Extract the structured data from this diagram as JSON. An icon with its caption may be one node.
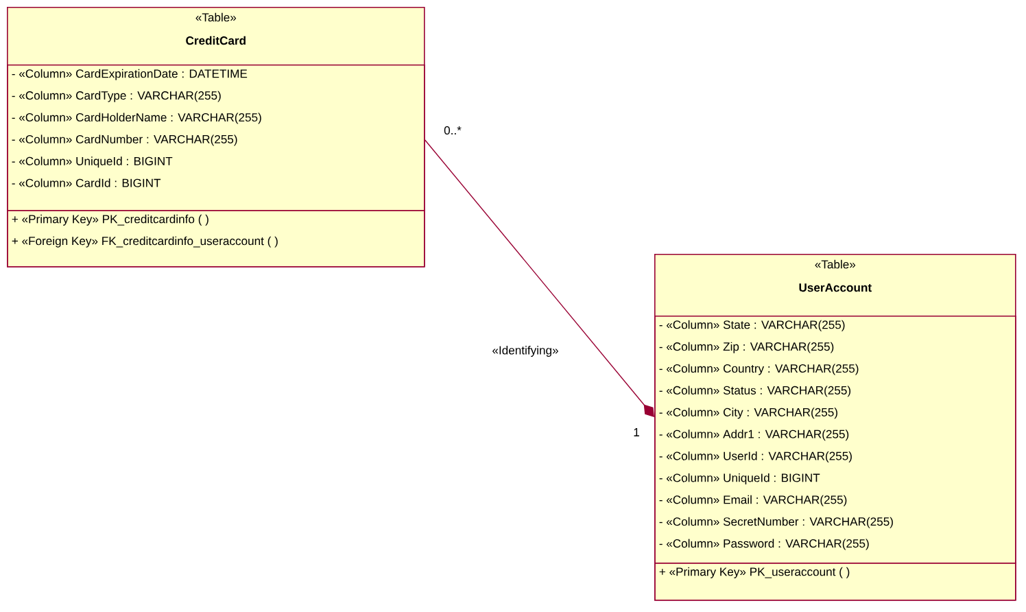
{
  "diagram": {
    "nodes": [
      {
        "text": [
          "«Table»",
          "CreditCard"
        ]
      },
      {
        "text": [
          "- «Column» CardExpirationDate : DATETIME",
          "- «Column» CardType : VARCHAR(255)",
          "- «Column» CardHolderName : VARCHAR(255)",
          "- «Column» CardNumber : VARCHAR(255)",
          "- «Column» UniqueId : BIGINT",
          "- «Column» CardId : BIGINT"
        ],
        "in": 0
      },
      {
        "text": [
          "+ «Primary Key» PK_creditcardinfo (  )",
          "+ «Foreign Key» FK_creditcardinfo_useraccount (  )"
        ],
        "in": 0
      },
      {
        "text": [
          "«Table»",
          "UserAccount"
        ]
      },
      {
        "text": [
          "- «Column» State : VARCHAR(255)",
          "- «Column» Zip : VARCHAR(255)",
          "- «Column» Country : VARCHAR(255)",
          "- «Column» Status : VARCHAR(255)",
          "- «Column» City : VARCHAR(255)",
          "- «Column» Addr1 : VARCHAR(255)",
          "- «Column» UserId : VARCHAR(255)",
          "- «Column» UniqueId : BIGINT",
          "- «Column» Email : VARCHAR(255)",
          "- «Column» SecretNumber : VARCHAR(255)",
          "- «Column» Password : VARCHAR(255)"
        ],
        "in": 3
      },
      {
        "text": [
          "+ «Primary Key» PK_useraccount (  )"
        ],
        "in": 3
      }
    ],
    "edges": [
      {
        "from": 0,
        "to": 3,
        "arrow": "other",
        "label": "«Identifying»"
      }
    ],
    "labels": [
      "0..*",
      "1"
    ]
  }
}
